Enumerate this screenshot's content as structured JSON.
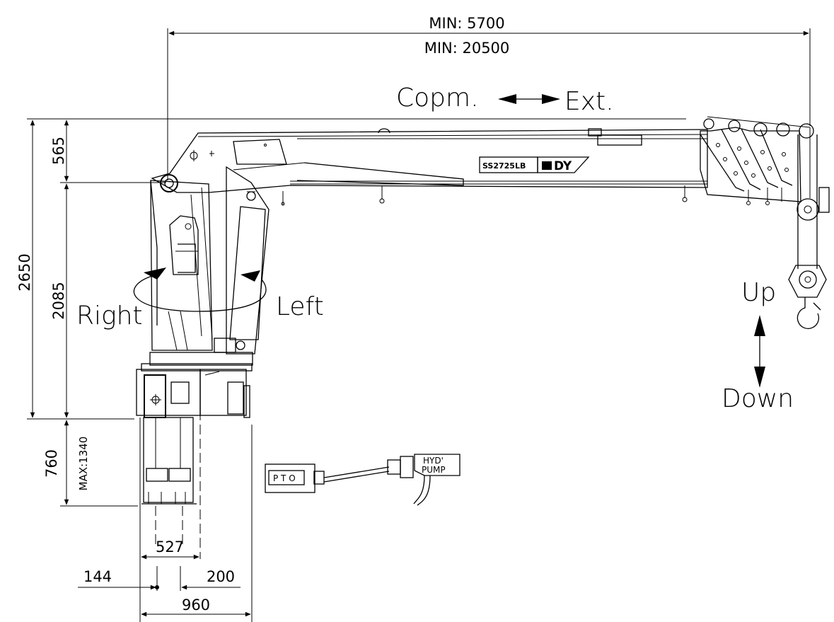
{
  "dimensions": {
    "min_reach_short": "MIN: 5700",
    "min_reach_long": "MIN: 20500",
    "height_total": "2650",
    "height_column": "2085",
    "height_top": "565",
    "outrigger_down": "760",
    "outrigger_max": "MAX:1340",
    "base_width": "527",
    "offset_left": "144",
    "offset_right": "200",
    "foot_width": "960"
  },
  "labels": {
    "boom_motion": "Copm.",
    "boom_ext": "Ext.",
    "rotate_right": "Right",
    "rotate_left": "Left",
    "hook_up": "Up",
    "hook_down": "Down"
  },
  "components": {
    "pto": "P T O",
    "pump_line1": "HYD'",
    "pump_line2": "PUMP",
    "model": "SS2725LB",
    "brand": "DY"
  },
  "colors": {
    "line": "#000000",
    "background": "#ffffff"
  }
}
